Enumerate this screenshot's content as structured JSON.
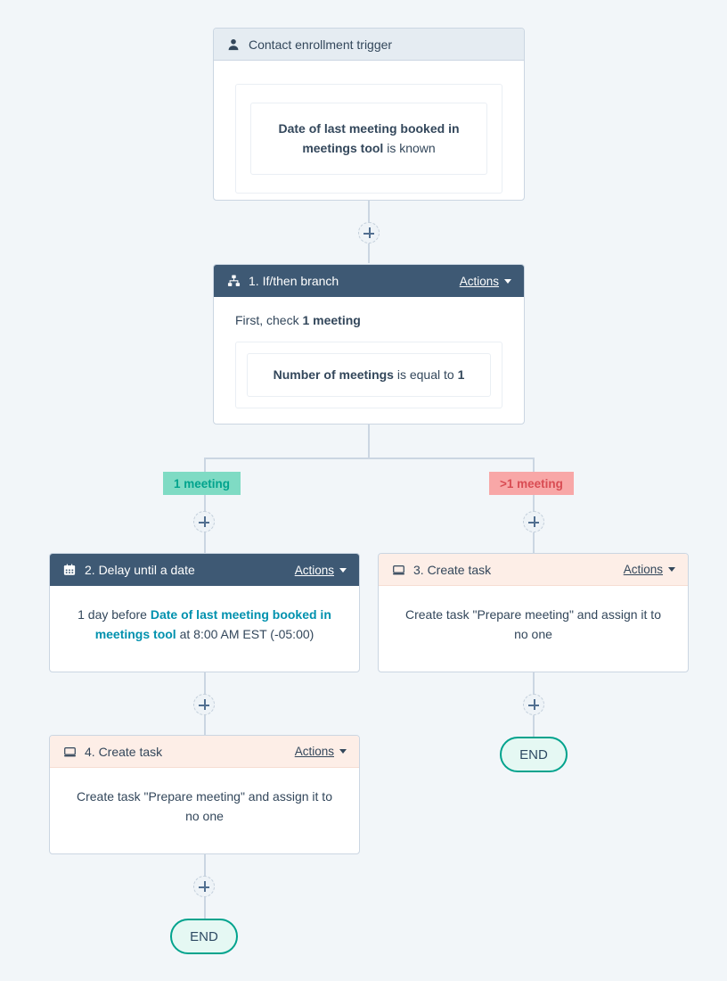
{
  "canvas": {
    "background": "#f2f6f9",
    "connector_color": "#cbd6e2"
  },
  "colors": {
    "dark_header": "#3e5974",
    "trigger_header": "#e5ecf2",
    "task_header": "#fdeee7",
    "teal_text": "#0091ae",
    "branch_yes_bg": "#7fdbc4",
    "branch_yes_text": "#00a38d",
    "branch_no_bg": "#f8a7a7",
    "branch_no_text": "#d94c53",
    "end_border": "#00a38d",
    "end_bg": "#e5f8f3"
  },
  "trigger": {
    "icon": "contact-person-icon",
    "title": "Contact enrollment trigger",
    "criteria_bold": "Date of last meeting booked in meetings tool",
    "criteria_rest": " is known"
  },
  "branch_step": {
    "icon": "if-then-branch-icon",
    "title": "1. If/then branch",
    "actions_label": "Actions",
    "lead_prefix": "First, check ",
    "lead_bold": "1 meeting",
    "condition_bold_1": "Number of meetings",
    "condition_mid": " is equal to ",
    "condition_bold_2": "1"
  },
  "branch_labels": {
    "yes": "1 meeting",
    "no": ">1 meeting"
  },
  "delay_step": {
    "icon": "calendar-icon",
    "title": "2. Delay until a date",
    "actions_label": "Actions",
    "body_prefix": "1 day before ",
    "body_teal": "Date of last meeting booked in meetings tool",
    "body_suffix": " at 8:00 AM EST (-05:00)"
  },
  "task_step_3": {
    "icon": "task-card-icon",
    "title": "3. Create task",
    "actions_label": "Actions",
    "body": "Create task \"Prepare meeting\" and assign it to no one"
  },
  "task_step_4": {
    "icon": "task-card-icon",
    "title": "4. Create task",
    "actions_label": "Actions",
    "body": "Create task \"Prepare meeting\" and assign it to no one"
  },
  "end_nodes": {
    "left_label": "END",
    "right_label": "END"
  },
  "add_buttons": {
    "label": "+",
    "count": 5
  }
}
